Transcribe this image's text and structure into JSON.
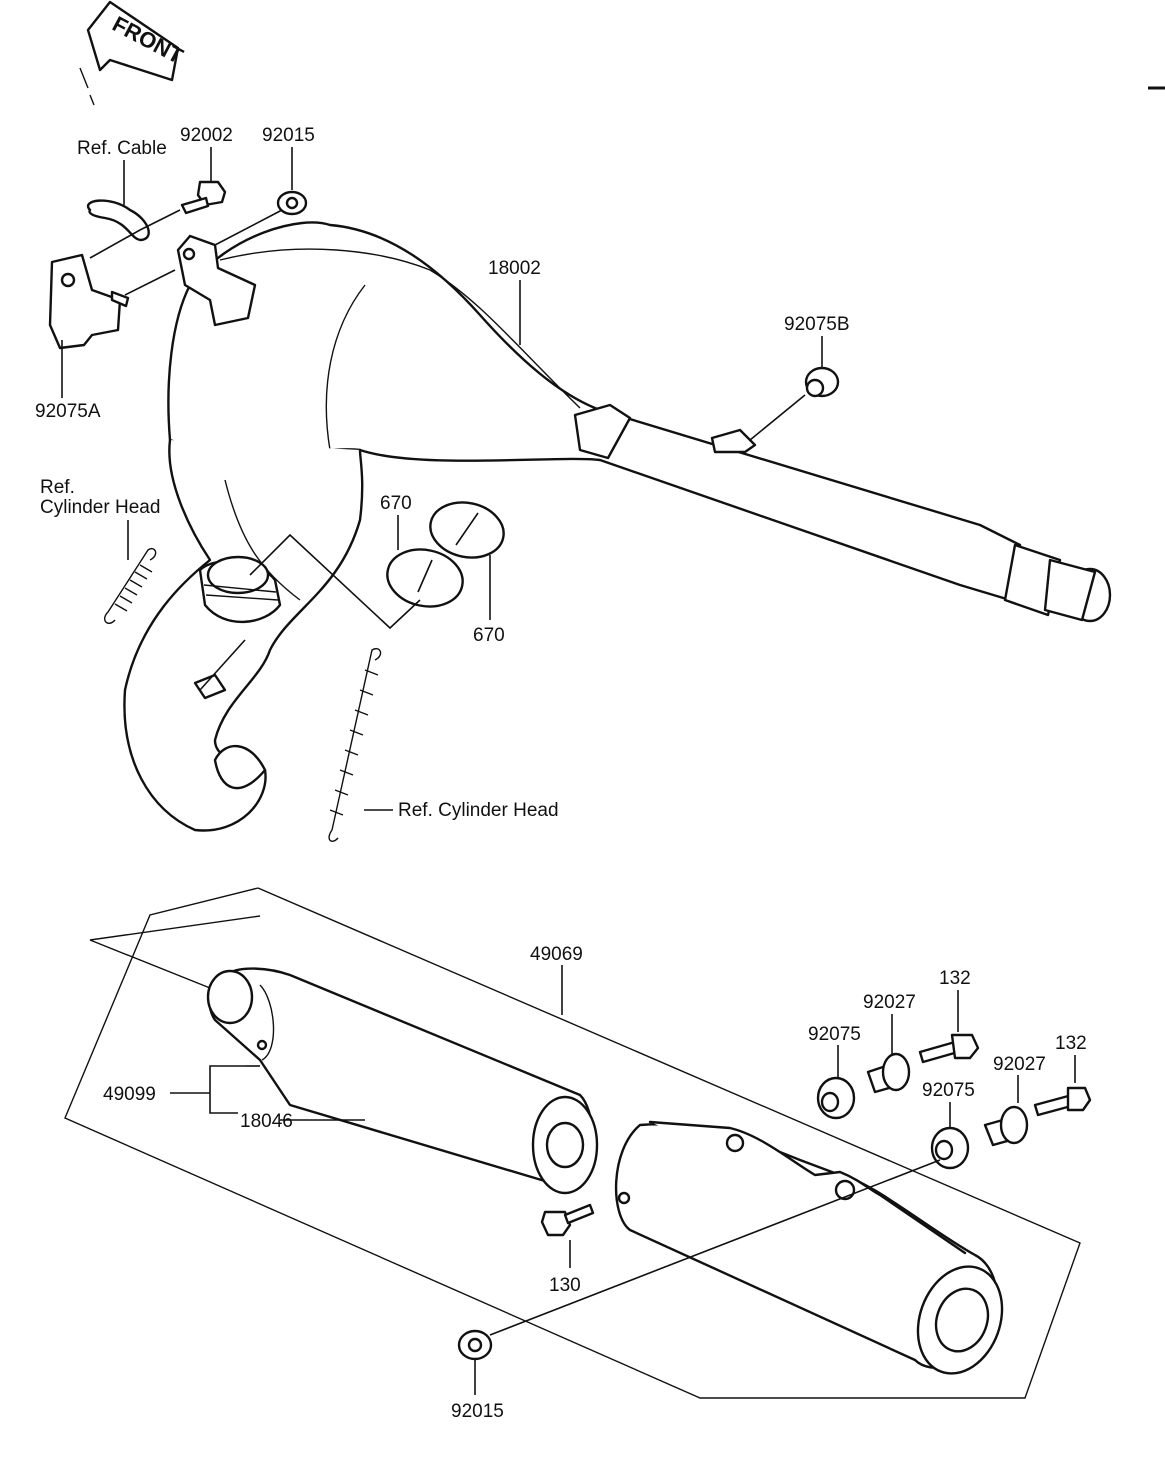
{
  "front_label": "FRONT",
  "labels": {
    "ref_cable": "Ref. Cable",
    "p92002": "92002",
    "p92015_top": "92015",
    "p18002": "18002",
    "p92075b": "92075B",
    "p92075a": "92075A",
    "ref_cyl_head_1_line1": "Ref.",
    "ref_cyl_head_1_line2": "Cylinder Head",
    "p670_top": "670",
    "p670_bottom": "670",
    "ref_cyl_head_2": "Ref. Cylinder Head",
    "p49069": "49069",
    "p49099": "49099",
    "p18046": "18046",
    "p132_top": "132",
    "p92027_top": "92027",
    "p92075_left": "92075",
    "p132_right": "132",
    "p92027_right": "92027",
    "p92075_right": "92075",
    "p130": "130",
    "p92015_bottom": "92015"
  }
}
